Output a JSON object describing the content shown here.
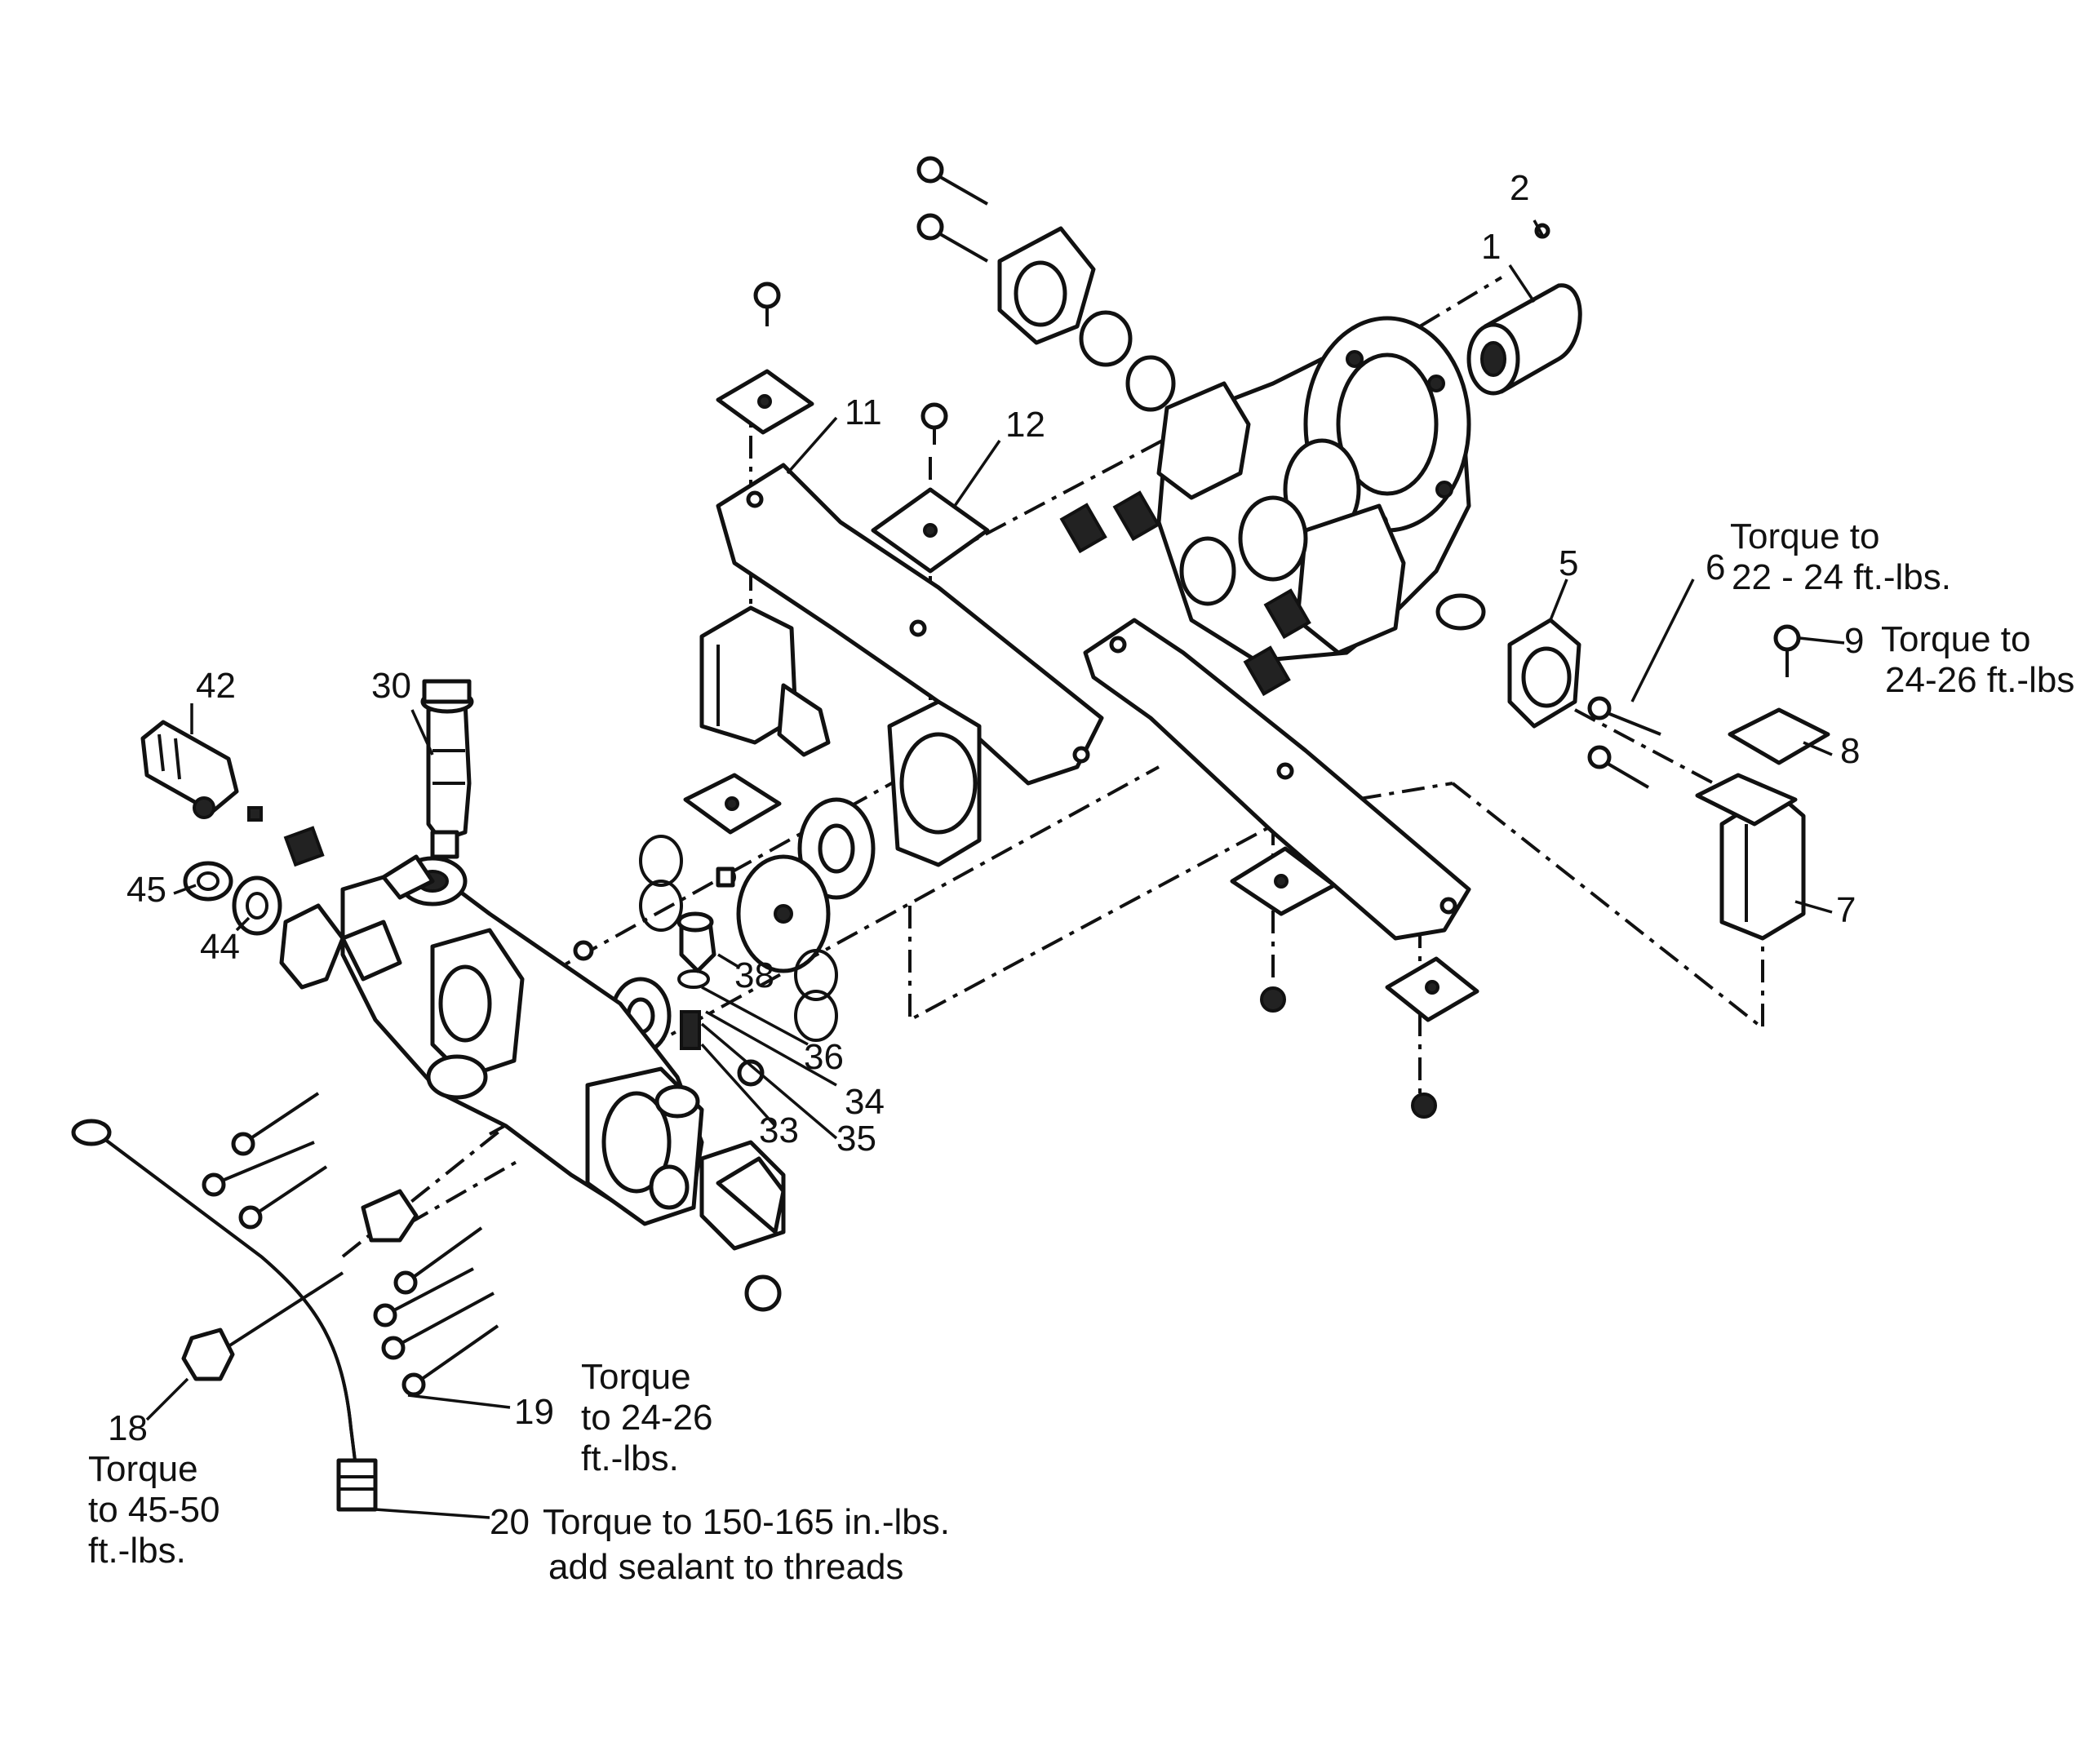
{
  "callouts": [
    {
      "id": "c1",
      "text": "1"
    },
    {
      "id": "c2",
      "text": "2"
    },
    {
      "id": "c5",
      "text": "5"
    },
    {
      "id": "c6",
      "text": "6"
    },
    {
      "id": "c7",
      "text": "7"
    },
    {
      "id": "c8",
      "text": "8"
    },
    {
      "id": "c9",
      "text": "9"
    },
    {
      "id": "c11",
      "text": "11"
    },
    {
      "id": "c12",
      "text": "12"
    },
    {
      "id": "c18",
      "text": "18"
    },
    {
      "id": "c19",
      "text": "19"
    },
    {
      "id": "c20",
      "text": "20"
    },
    {
      "id": "c30",
      "text": "30"
    },
    {
      "id": "c33",
      "text": "33"
    },
    {
      "id": "c34",
      "text": "34"
    },
    {
      "id": "c35",
      "text": "35"
    },
    {
      "id": "c36",
      "text": "36"
    },
    {
      "id": "c38",
      "text": "38"
    },
    {
      "id": "c42",
      "text": "42"
    },
    {
      "id": "c44",
      "text": "44"
    },
    {
      "id": "c45",
      "text": "45"
    }
  ],
  "notes": {
    "n6_l1": "Torque to",
    "n6_l2": "22 - 24 ft.-lbs.",
    "n9_l1": "Torque to",
    "n9_l2": "24-26 ft.-lbs",
    "n19_l1": "Torque",
    "n19_l2": "to 24-26",
    "n19_l3": "ft.-lbs.",
    "n18_l1": "Torque",
    "n18_l2": "to 45-50",
    "n18_l3": "ft.-lbs.",
    "n20_l1": "Torque to 150-165 in.-lbs.",
    "n20_l2": "add sealant to threads"
  }
}
